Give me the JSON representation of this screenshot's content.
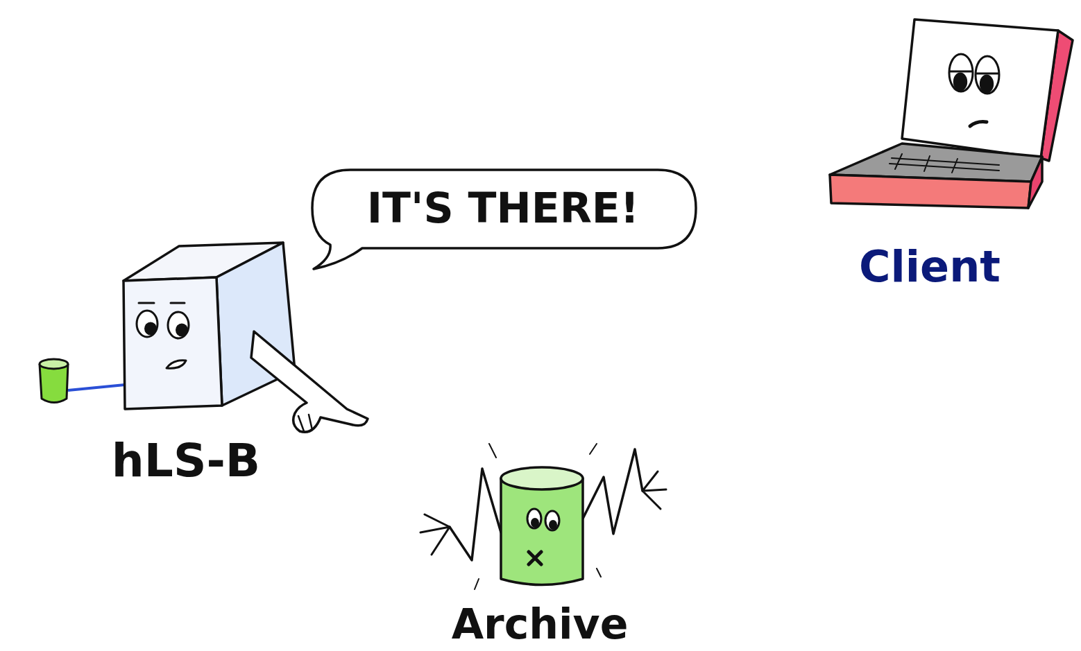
{
  "diagram": {
    "nodes": [
      {
        "text": [
          "Client"
        ]
      },
      {
        "text": [
          "IT'S THERE!"
        ]
      },
      {
        "text": [
          "hLS-B"
        ]
      },
      {
        "text": [
          "Archive"
        ]
      }
    ]
  }
}
